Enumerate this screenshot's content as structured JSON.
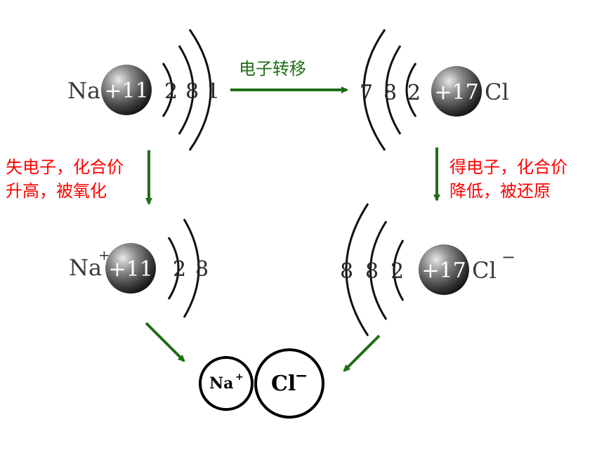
{
  "labels": {
    "transfer": "电子转移",
    "left_line1": "失电子，化合价",
    "left_line2": "升高，被氧化",
    "right_line1": "得电子，化合价",
    "right_line2": "降低，被还原"
  },
  "atoms": {
    "na": {
      "symbol": "Na",
      "nucleus": "+11",
      "shells": [
        "2",
        "8",
        "1"
      ]
    },
    "cl": {
      "symbol": "Cl",
      "nucleus": "+17",
      "shells": [
        "7",
        "8",
        "2"
      ]
    }
  },
  "ions": {
    "na": {
      "symbol": "Na",
      "charge": "+",
      "nucleus": "+11",
      "shells": [
        "2",
        "8"
      ]
    },
    "cl": {
      "symbol": "Cl",
      "charge": "−",
      "nucleus": "+17",
      "shells": [
        "8",
        "8",
        "2"
      ]
    }
  },
  "product": {
    "na": {
      "symbol": "Na",
      "charge": "+"
    },
    "cl": {
      "symbol": "Cl",
      "charge": "−"
    }
  },
  "colors": {
    "arrow": "#1f6e16",
    "annotation": "#ff0000",
    "transfer_text": "#1f6e16"
  }
}
